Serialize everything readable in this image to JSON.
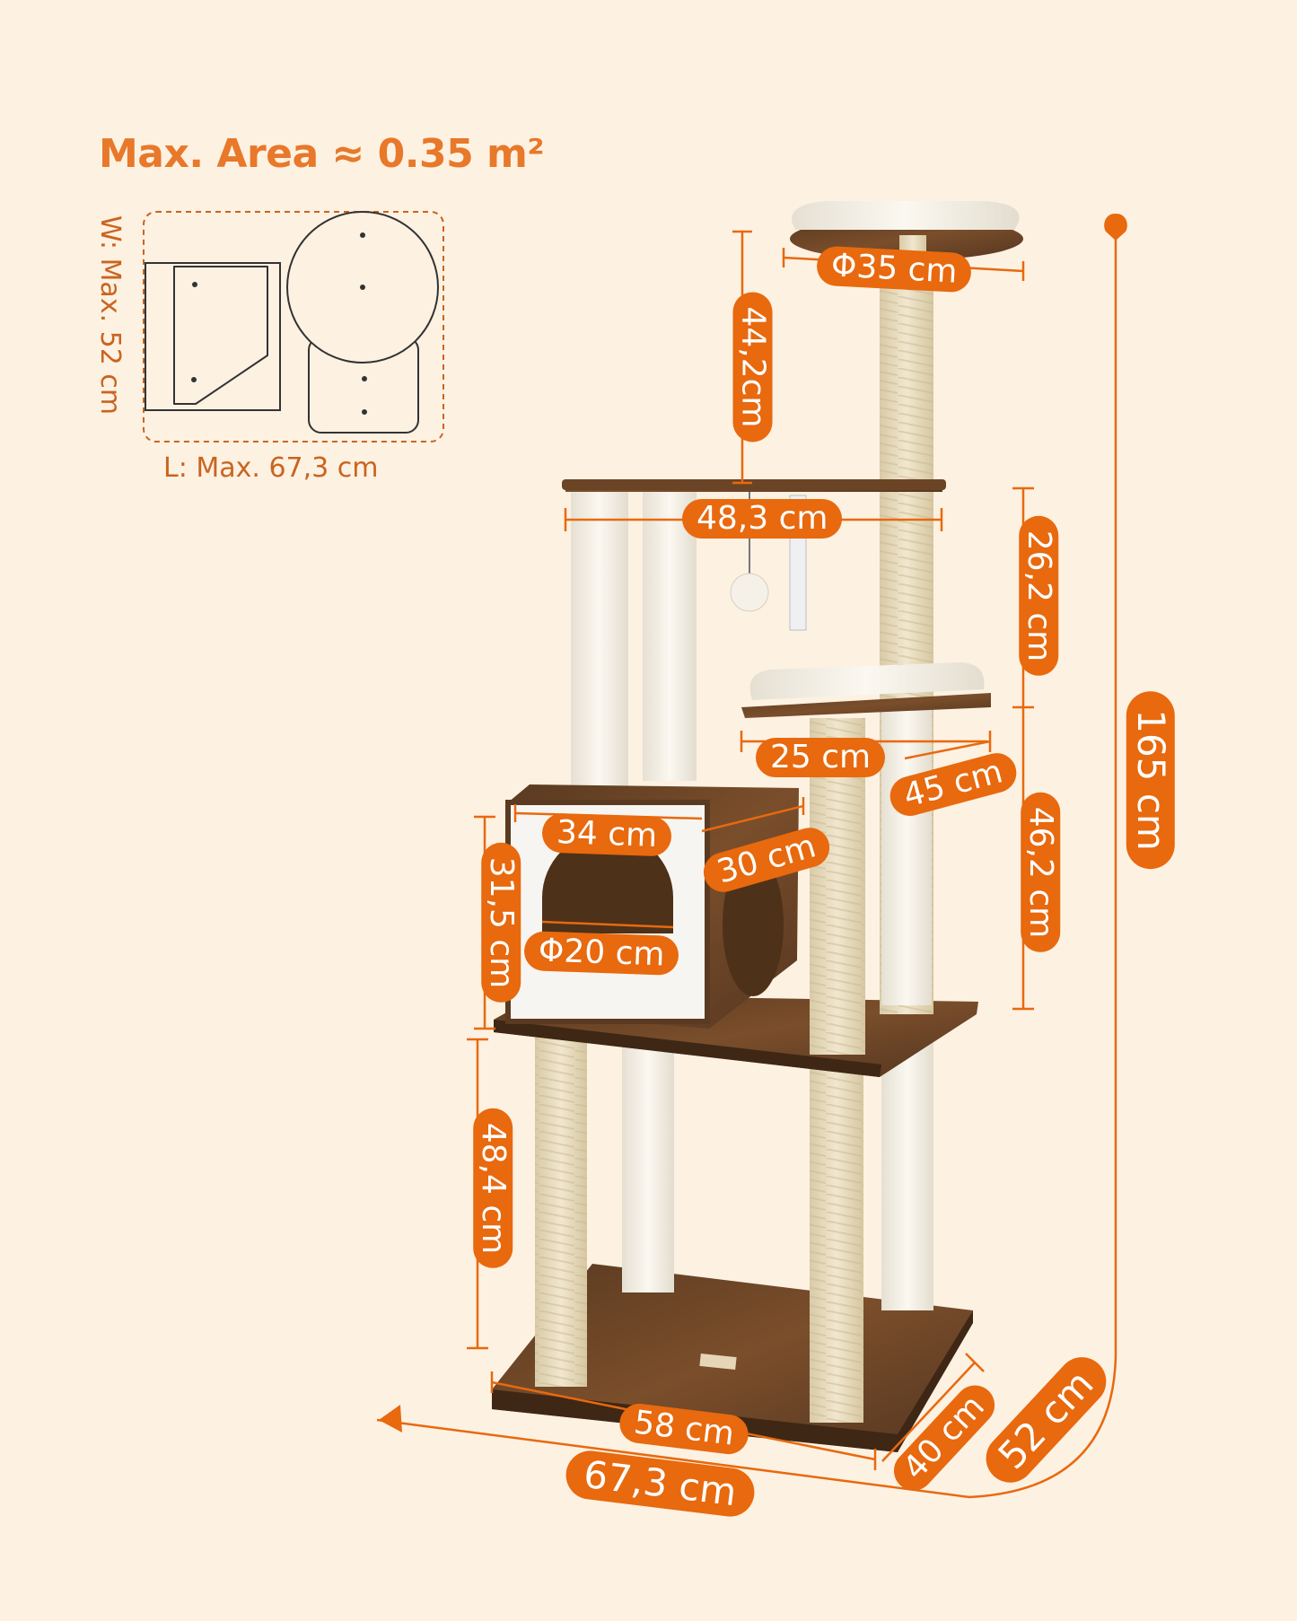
{
  "area_title": "Max. Area ≈ 0.35 m²",
  "footprint": {
    "width_label": "W: Max. 52 cm",
    "length_label": "L: Max. 67,3 cm"
  },
  "dimensions": {
    "top_platform_diameter": "Φ35 cm",
    "top_post_height": "44,2cm",
    "upper_platform_width": "48,3 cm",
    "right_upper_height": "26,2 cm",
    "mid_platform_width": "25 cm",
    "mid_platform_depth": "45 cm",
    "right_lower_height": "46,2 cm",
    "condo_width": "34 cm",
    "condo_depth": "30 cm",
    "condo_height": "31,5 cm",
    "condo_hole_diameter": "Φ20 cm",
    "base_post_height": "48,4 cm",
    "base_width": "58 cm",
    "base_depth": "40 cm",
    "total_length": "67,3 cm",
    "total_width": "52 cm",
    "total_height": "165 cm"
  },
  "colors": {
    "background": "#fdf1e2",
    "accent": "#e8690e",
    "wood": "#6b4426",
    "plush": "#f4efe4",
    "sisal": "#e8dcc0"
  }
}
